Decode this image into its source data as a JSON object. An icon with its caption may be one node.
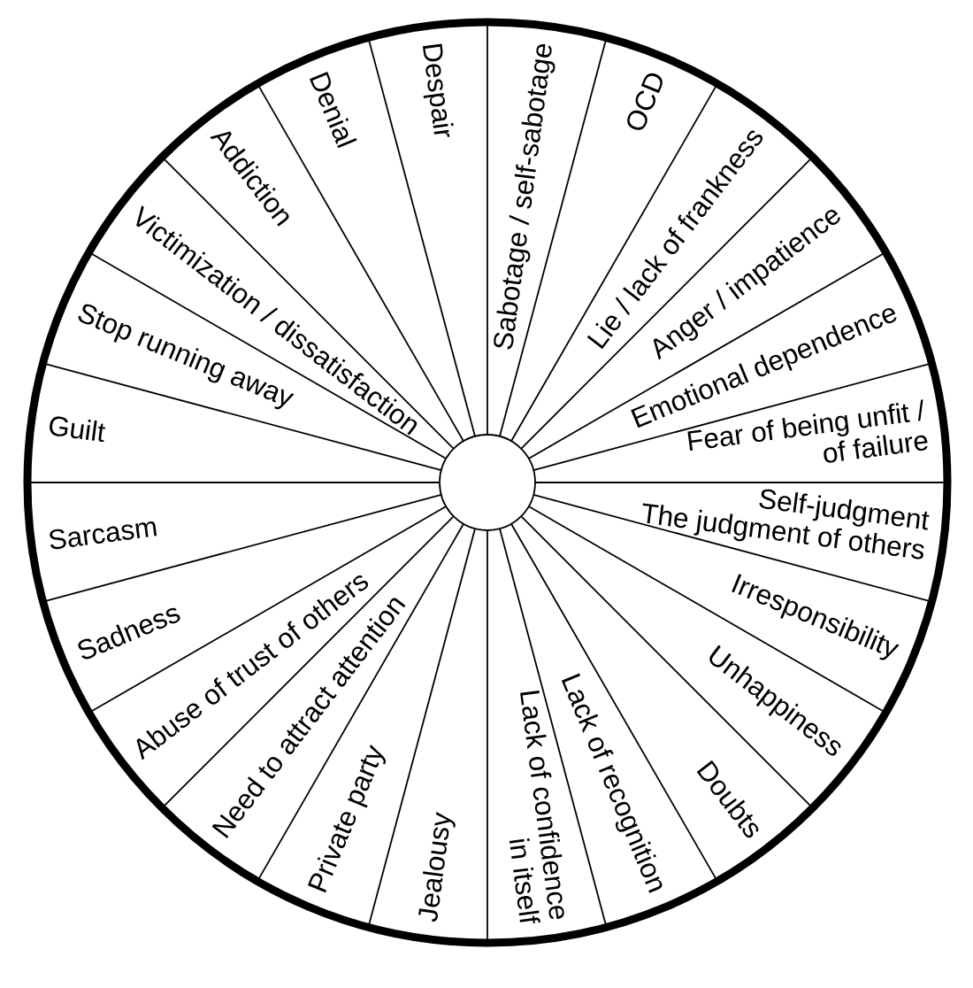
{
  "diagram": {
    "nodes": [
      {
        "text": [
          "Sabotage / self-sabotage"
        ]
      },
      {
        "text": [
          "OCD"
        ]
      },
      {
        "text": [
          "Lie / lack of frankness"
        ]
      },
      {
        "text": [
          "Anger / impatience"
        ]
      },
      {
        "text": [
          "Emotional dependence"
        ]
      },
      {
        "text": [
          "Fear of being unfit / of failure"
        ]
      },
      {
        "text": [
          "Self-judgment",
          "The judgment of others"
        ]
      },
      {
        "text": [
          "Irresponsibility"
        ]
      },
      {
        "text": [
          "Unhappiness"
        ]
      },
      {
        "text": [
          "Doubts"
        ]
      },
      {
        "text": [
          "Lack of recognition"
        ]
      },
      {
        "text": [
          "Lack of confidence in itself"
        ]
      },
      {
        "text": [
          "Jealousy"
        ]
      },
      {
        "text": [
          "Private party"
        ]
      },
      {
        "text": [
          "Need to attract attention"
        ]
      },
      {
        "text": [
          "Abuse of trust of others"
        ]
      },
      {
        "text": [
          "Sadness"
        ]
      },
      {
        "text": [
          "Sarcasm"
        ]
      },
      {
        "text": [
          "Guilt"
        ]
      },
      {
        "text": [
          "Stop running away"
        ]
      },
      {
        "text": [
          "Victimization / dissatisfaction"
        ]
      },
      {
        "text": [
          "Addiction"
        ]
      },
      {
        "text": [
          "Denial"
        ]
      },
      {
        "text": [
          "Despair"
        ]
      }
    ]
  }
}
